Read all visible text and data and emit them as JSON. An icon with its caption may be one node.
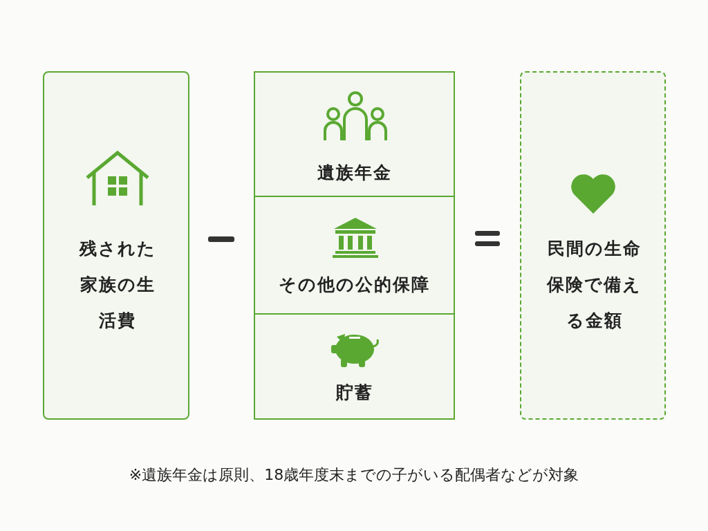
{
  "diagram": {
    "nodes": [
      {
        "text": [
          "残された家族の生活費"
        ]
      },
      {
        "text": [
          "遺族年金"
        ]
      },
      {
        "text": [
          "その他の公的保障"
        ]
      },
      {
        "text": [
          "貯蓄"
        ]
      },
      {
        "text": [
          "民間の生命保険で備える金額"
        ]
      }
    ],
    "labels": [
      "※遺族年金は原則、18歳年度末までの子がいる配偶者などが対象"
    ]
  }
}
